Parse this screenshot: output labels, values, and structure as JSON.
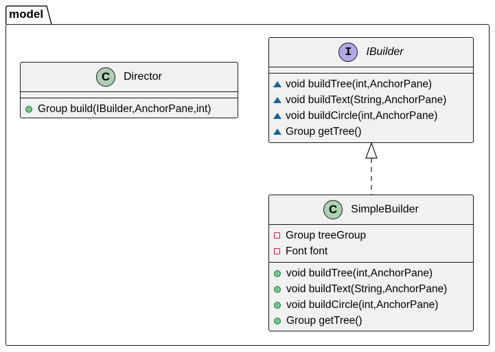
{
  "package": {
    "name": "model"
  },
  "classes": {
    "director": {
      "stereotype": "C",
      "name": "Director",
      "fields": [],
      "methods": [
        {
          "visibility": "public",
          "text": "Group build(IBuilder,AnchorPane,int)"
        }
      ]
    },
    "ibuilder": {
      "stereotype": "I",
      "name": "IBuilder",
      "fields": [],
      "methods": [
        {
          "visibility": "package",
          "text": "void buildTree(int,AnchorPane)"
        },
        {
          "visibility": "package",
          "text": "void buildText(String,AnchorPane)"
        },
        {
          "visibility": "package",
          "text": "void buildCircle(int,AnchorPane)"
        },
        {
          "visibility": "package",
          "text": "Group getTree()"
        }
      ]
    },
    "simplebuilder": {
      "stereotype": "C",
      "name": "SimpleBuilder",
      "fields": [
        {
          "visibility": "private",
          "text": "Group treeGroup"
        },
        {
          "visibility": "private",
          "text": "Font font"
        }
      ],
      "methods": [
        {
          "visibility": "public",
          "text": "void buildTree(int,AnchorPane)"
        },
        {
          "visibility": "public",
          "text": "void buildText(String,AnchorPane)"
        },
        {
          "visibility": "public",
          "text": "void buildCircle(int,AnchorPane)"
        },
        {
          "visibility": "public",
          "text": "Group getTree()"
        }
      ]
    }
  },
  "relations": [
    {
      "type": "realization",
      "from": "SimpleBuilder",
      "to": "IBuilder"
    }
  ],
  "colors": {
    "class_fill": "#f1f1f1",
    "class_stereo": "#add1b2",
    "interface_stereo": "#b4a7e5",
    "line": "#181818"
  }
}
